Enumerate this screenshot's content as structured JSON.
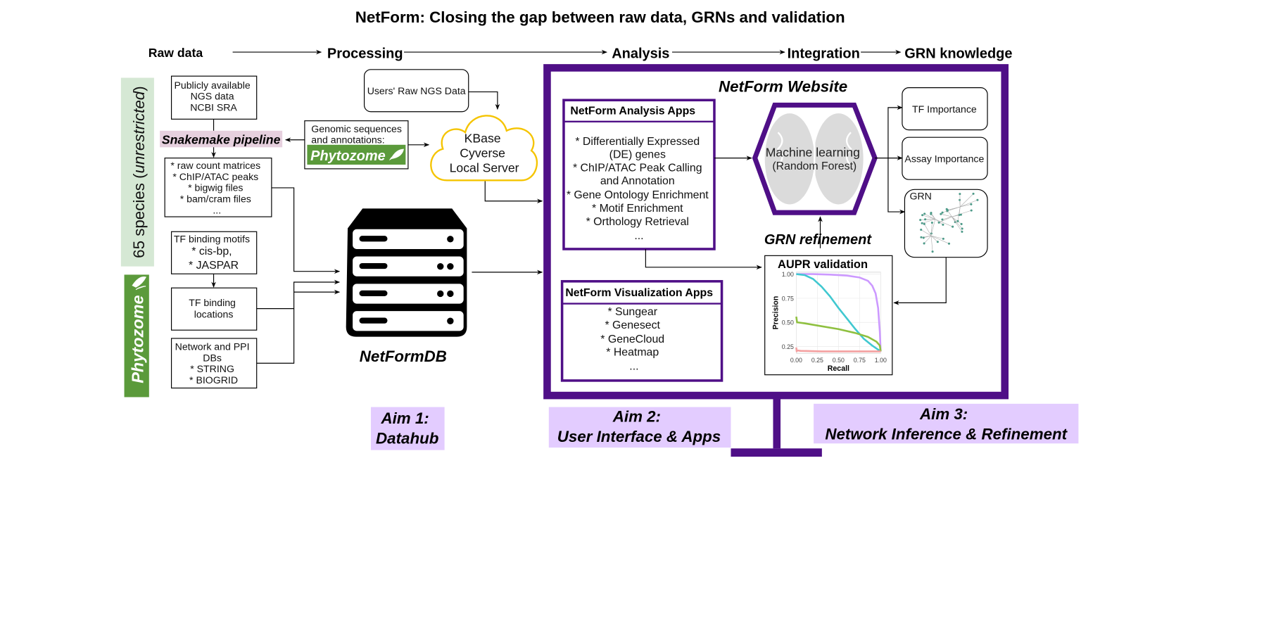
{
  "title": "NetForm: Closing the gap between raw data, GRNs and validation",
  "stages": [
    "Raw data",
    "Processing",
    "Analysis",
    "Integration",
    "GRN knowledge"
  ],
  "colors": {
    "purple": "#4f0f87",
    "aim_bg": "#e3ccff",
    "species_bg": "#d5e8d4",
    "phytozome_green": "#5b9a3b",
    "snakemake_bg": "#e6d0de",
    "cloud_stroke": "#f5c400"
  },
  "sidebar": {
    "species_label": "65 species (",
    "species_italic": "unrestricted",
    "species_close": ")",
    "phytozome_logo": "Phytozome"
  },
  "raw_data": {
    "ncbi": [
      "Publicly available",
      "NGS data",
      "NCBI SRA"
    ],
    "snakemake": "Snakemake pipeline",
    "outputs": [
      "* raw count matrices",
      "* ChIP/ATAC peaks",
      "* bigwig files",
      "* bam/cram files",
      "..."
    ],
    "motifs": [
      "TF binding motifs",
      "* cis-bp,",
      "* JASPAR"
    ],
    "binding_locations": [
      "TF binding",
      "locations"
    ],
    "network_dbs": [
      "Network and PPI",
      "DBs",
      "* STRING",
      "* BIOGRID"
    ]
  },
  "processing": {
    "users_raw": "Users' Raw NGS Data",
    "genomic": [
      "Genomic sequences",
      "and annotations:"
    ],
    "genomic_logo": "Phytozome",
    "cloud": [
      "KBase",
      "Cyverse",
      "Local Server"
    ],
    "db_label": "NetFormDB",
    "db_icon": "server-rack-icon"
  },
  "website": {
    "title": "NetForm Website",
    "analysis_apps": {
      "header": "NetForm Analysis Apps",
      "items": [
        "* Differentially Expressed",
        "(DE) genes",
        "* ChIP/ATAC Peak Calling",
        "and Annotation",
        "* Gene Ontology Enrichment",
        "* Motif Enrichment",
        "* Orthology Retrieval",
        "..."
      ]
    },
    "visualization_apps": {
      "header": "NetForm Visualization Apps",
      "items": [
        "* Sungear",
        "* Genesect",
        "* GeneCloud",
        "* Heatmap",
        "..."
      ]
    },
    "ml": [
      "Machine learning",
      "(Random Forest)"
    ],
    "ml_icon": "brain-icon",
    "refinement": "GRN refinement",
    "outputs": {
      "tf_importance": "TF Importance",
      "assay_importance": "Assay Importance",
      "grn": "GRN"
    }
  },
  "aims": [
    {
      "line1": "Aim 1:",
      "line2": "Datahub"
    },
    {
      "line1": "Aim 2:",
      "line2": "User Interface & Apps"
    },
    {
      "line1": "Aim 3:",
      "line2": "Network Inference & Refinement"
    }
  ],
  "chart_data": {
    "type": "line",
    "title": "AUPR validation",
    "xlabel": "Recall",
    "ylabel": "Precision",
    "xlim": [
      0,
      1
    ],
    "ylim": [
      0.18,
      1.02
    ],
    "xticks": [
      "0.00",
      "0.25",
      "0.50",
      "0.75",
      "1.00"
    ],
    "yticks": [
      "0.25",
      "0.50",
      "0.75",
      "1.00"
    ],
    "grid": true,
    "legend": "none",
    "series": [
      {
        "name": "purple",
        "color": "#cc99ff",
        "x": [
          0,
          0.2,
          0.4,
          0.6,
          0.75,
          0.85,
          0.9,
          0.94,
          0.97,
          0.99,
          1.0
        ],
        "y": [
          1.0,
          1.0,
          0.995,
          0.985,
          0.965,
          0.93,
          0.88,
          0.8,
          0.65,
          0.4,
          0.2
        ]
      },
      {
        "name": "cyan",
        "color": "#40c8d0",
        "x": [
          0,
          0.1,
          0.2,
          0.3,
          0.4,
          0.5,
          0.6,
          0.7,
          0.8,
          0.9,
          1.0
        ],
        "y": [
          1.0,
          0.99,
          0.95,
          0.87,
          0.77,
          0.65,
          0.54,
          0.43,
          0.33,
          0.26,
          0.2
        ]
      },
      {
        "name": "green",
        "color": "#8fc040",
        "x": [
          0,
          0.01,
          0.02,
          0.1,
          0.3,
          0.5,
          0.7,
          0.85,
          0.95,
          0.99,
          1.0
        ],
        "y": [
          0.56,
          0.5,
          0.5,
          0.49,
          0.46,
          0.43,
          0.39,
          0.35,
          0.3,
          0.26,
          0.2
        ]
      },
      {
        "name": "red",
        "color": "#f4a0a0",
        "x": [
          0,
          0.005,
          0.01,
          0.05,
          0.3,
          0.6,
          1.0
        ],
        "y": [
          0.24,
          0.2,
          0.21,
          0.205,
          0.2,
          0.2,
          0.2
        ]
      }
    ]
  }
}
